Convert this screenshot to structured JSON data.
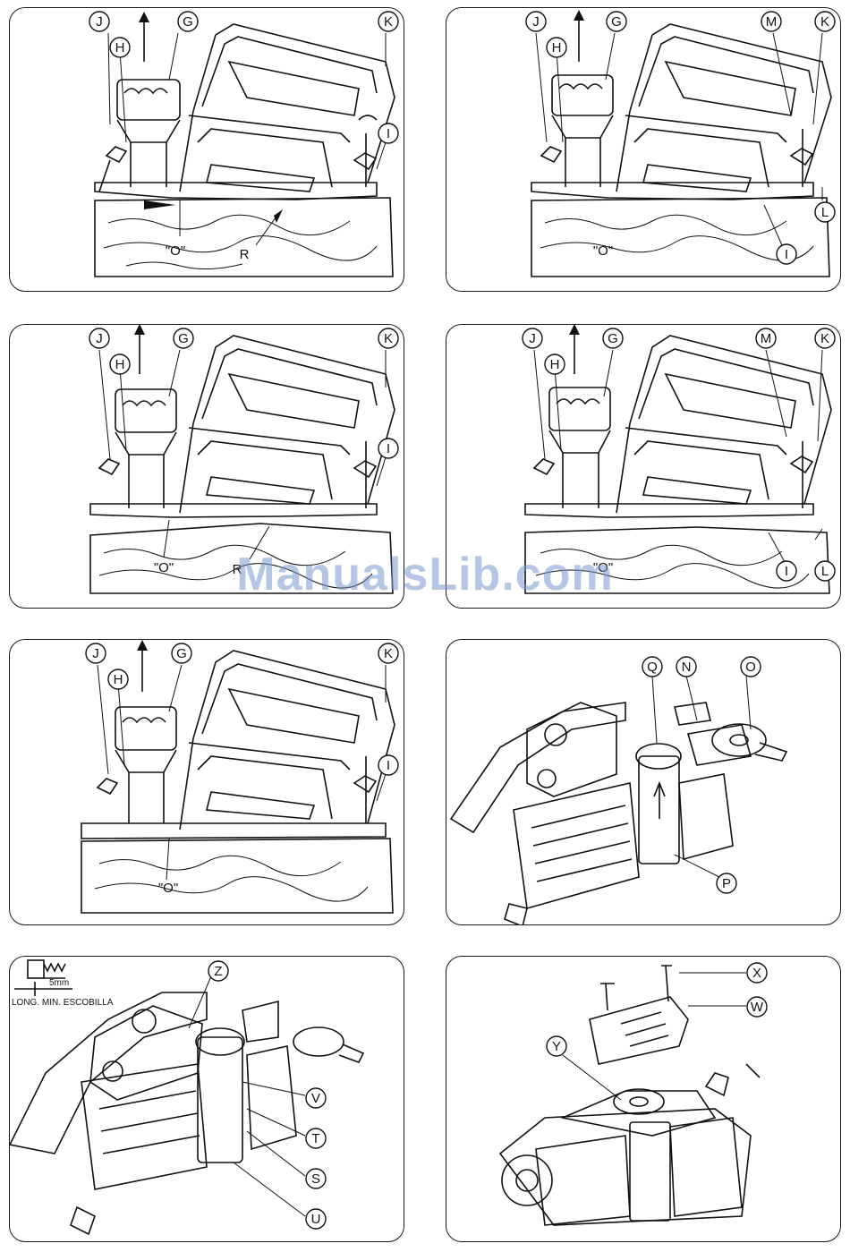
{
  "watermark": "ManualsLib.com",
  "panels": [
    {
      "labels": {
        "J": "J",
        "H": "H",
        "G": "G",
        "K": "K",
        "I": "I",
        "O": "\"O\"",
        "R": "R"
      }
    },
    {
      "labels": {
        "J": "J",
        "H": "H",
        "G": "G",
        "M": "M",
        "K": "K",
        "L": "L",
        "I": "I",
        "O": "\"O\""
      }
    },
    {
      "labels": {
        "J": "J",
        "H": "H",
        "G": "G",
        "K": "K",
        "I": "I",
        "O": "\"O\"",
        "R": "R"
      }
    },
    {
      "labels": {
        "J": "J",
        "H": "H",
        "G": "G",
        "M": "M",
        "K": "K",
        "I": "I",
        "L": "L",
        "O": "\"O\""
      }
    },
    {
      "labels": {
        "J": "J",
        "H": "H",
        "G": "G",
        "K": "K",
        "I": "I",
        "O": "\"O\""
      }
    },
    {
      "labels": {
        "Q": "Q",
        "N": "N",
        "O": "O",
        "P": "P"
      }
    },
    {
      "labels": {
        "Z": "Z",
        "V": "V",
        "T": "T",
        "S": "S",
        "U": "U"
      },
      "brush_note": {
        "size": "5mm",
        "caption": "LONG. MIN. ESCOBILLA"
      }
    },
    {
      "labels": {
        "X": "X",
        "W": "W",
        "Y": "Y"
      }
    }
  ]
}
